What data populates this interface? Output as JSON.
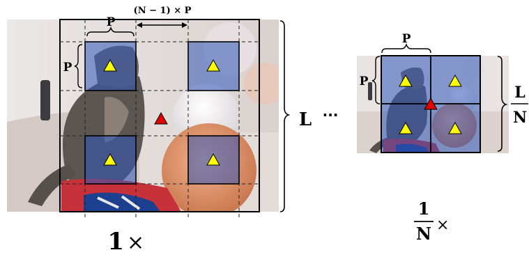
{
  "left_panel": {
    "label_p_top": "P",
    "label_p_side": "P",
    "label_spacing": "(N − 1) × P",
    "label_L": "L",
    "scale_factor": "1",
    "scale_times": "×",
    "patch_marker_color": "#ffff00",
    "center_marker_color": "#e00000",
    "patch_fill_color": "#2f56b8"
  },
  "ellipsis": "···",
  "right_panel": {
    "label_p_top": "P",
    "label_p_side": "P",
    "label_L_num": "L",
    "label_L_den": "N",
    "scale_num": "1",
    "scale_den": "N",
    "scale_times": "×"
  }
}
